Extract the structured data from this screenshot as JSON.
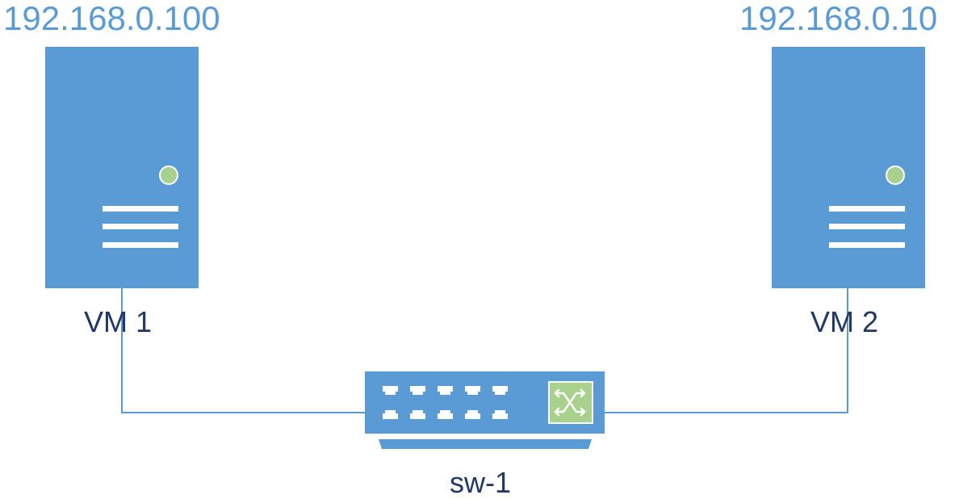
{
  "colors": {
    "device_fill": "#5b9bd5",
    "device_detail": "#ffffff",
    "status_led": "#a9d18e",
    "switch_emblem": "#a9d18e",
    "connection_line": "#5b9bd5",
    "ip_text": "#5b9bd5",
    "name_text": "#1f3864"
  },
  "nodes": [
    {
      "id": "vm1",
      "type": "server",
      "name": "VM 1",
      "ip": "192.168.0.100",
      "icon": "server-icon"
    },
    {
      "id": "vm2",
      "type": "server",
      "name": "VM 2",
      "ip": "192.168.0.10",
      "icon": "server-icon"
    },
    {
      "id": "sw1",
      "type": "switch",
      "name": "sw-1",
      "icon": "network-switch-icon"
    }
  ],
  "links": [
    {
      "from": "vm1",
      "to": "sw1"
    },
    {
      "from": "vm2",
      "to": "sw1"
    }
  ]
}
